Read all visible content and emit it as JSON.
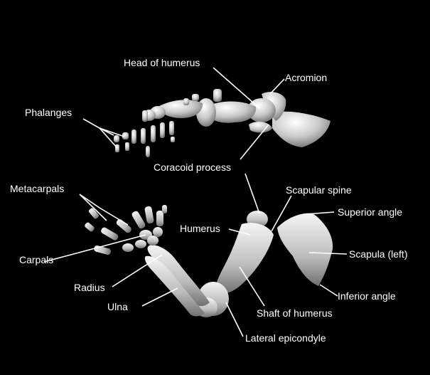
{
  "labels": {
    "head_of_humerus": "Head of humerus",
    "acromion": "Acromion",
    "phalanges": "Phalanges",
    "coracoid_process": "Coracoid process",
    "metacarpals": "Metacarpals",
    "scapular_spine": "Scapular spine",
    "superior_angle": "Superior angle",
    "humerus": "Humerus",
    "scapula_left": "Scapula (left)",
    "carpals": "Carpals",
    "radius": "Radius",
    "inferior_angle": "Inferior angle",
    "ulna": "Ulna",
    "shaft_of_humerus": "Shaft of humerus",
    "lateral_epicondyle": "Lateral epicondyle"
  },
  "colors": {
    "background": "#000000",
    "bone_light": "#f2f2f2",
    "bone_mid": "#bdbdbd",
    "bone_shadow": "#7a7a7a",
    "leader_line": "#ffffff",
    "label_text": "#ffffff"
  }
}
